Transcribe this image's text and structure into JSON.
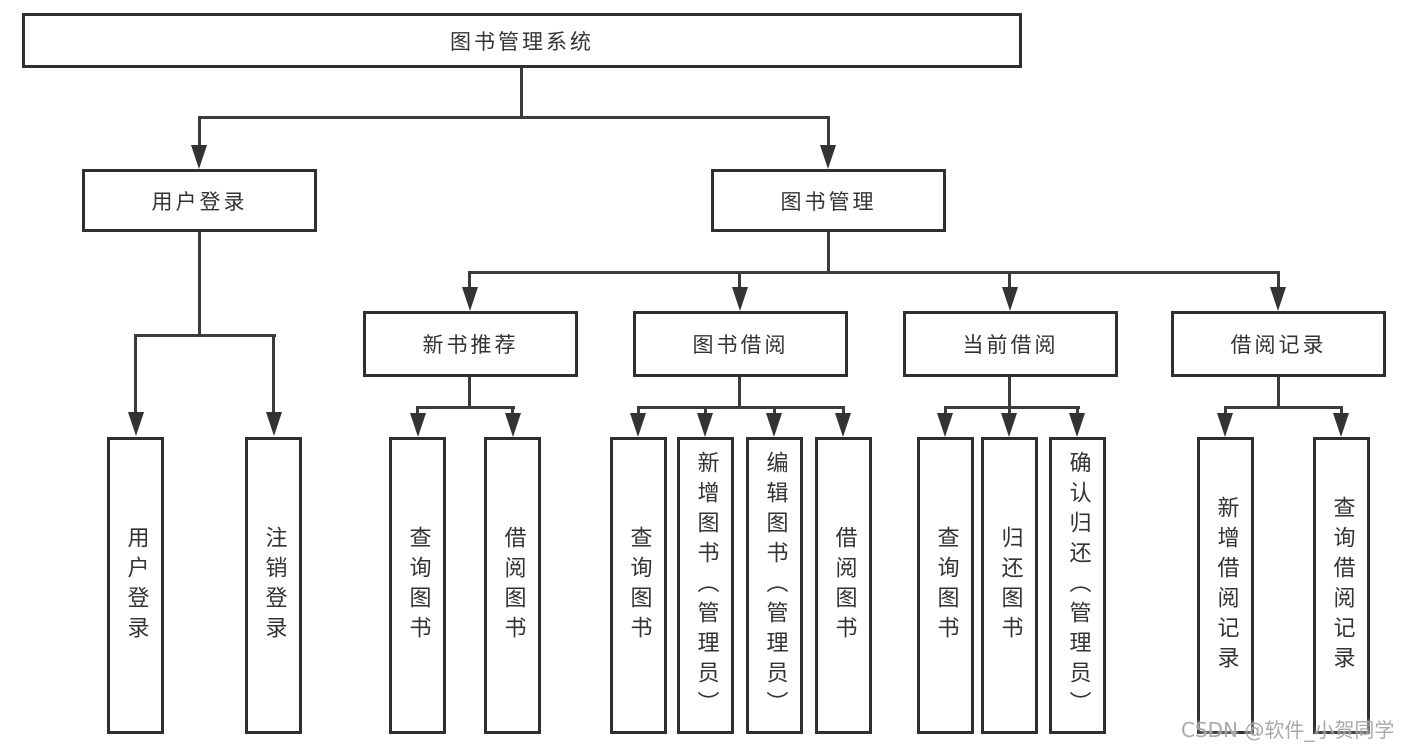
{
  "page": {
    "background": "#ffffff"
  },
  "colors": {
    "box_border": "#2f2f2f",
    "line": "#3b3b3b",
    "text": "#333333",
    "watermark_text": "#a3a3a3"
  },
  "diagram": {
    "root": {
      "label": "图书管理系统"
    },
    "level2": [
      {
        "label": "用户登录"
      },
      {
        "label": "图书管理"
      }
    ],
    "level3": [
      {
        "label": "新书推荐"
      },
      {
        "label": "图书借阅"
      },
      {
        "label": "当前借阅"
      },
      {
        "label": "借阅记录"
      }
    ],
    "leaves": {
      "user_login": [
        {
          "label": "用户登录"
        },
        {
          "label": "注销登录"
        }
      ],
      "new_book_recommend": [
        {
          "label": "查询图书"
        },
        {
          "label": "借阅图书"
        }
      ],
      "book_borrow": [
        {
          "label": "查询图书"
        },
        {
          "label": "新增图书（管理员）"
        },
        {
          "label": "编辑图书（管理员）"
        },
        {
          "label": "借阅图书"
        }
      ],
      "current_borrow": [
        {
          "label": "查询图书"
        },
        {
          "label": "归还图书"
        },
        {
          "label": "确认归还（管理员）"
        }
      ],
      "borrow_records": [
        {
          "label": "新增借阅记录"
        },
        {
          "label": "查询借阅记录"
        }
      ]
    }
  },
  "watermark": {
    "text": "CSDN @软件_小贺同学"
  }
}
